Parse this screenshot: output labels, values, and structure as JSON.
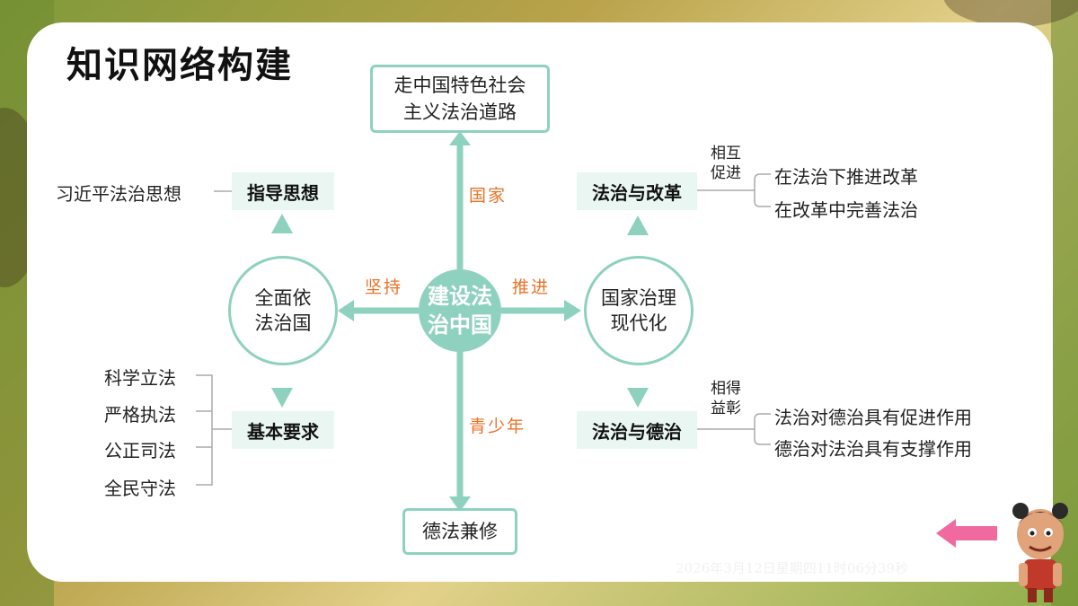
{
  "title": "知识网络构建",
  "center": {
    "line1": "建设法",
    "line2": "治中国"
  },
  "top_box": {
    "line1": "走中国特色社会",
    "line2": "主义法治道路"
  },
  "bottom_box": "德法兼修",
  "left_circle": {
    "line1": "全面依",
    "line2": "法治国"
  },
  "right_circle": {
    "line1": "国家治理",
    "line2": "现代化"
  },
  "arrow_labels": {
    "up": "国家",
    "down": "青少年",
    "left": "坚持",
    "right": "推进"
  },
  "left_top": {
    "tag": "指导思想",
    "item": "习近平法治思想"
  },
  "left_bottom": {
    "tag": "基本要求",
    "items": [
      "科学立法",
      "严格执法",
      "公正司法",
      "全民守法"
    ]
  },
  "right_top": {
    "tag": "法治与改革",
    "relation_line1": "相互",
    "relation_line2": "促进",
    "items": [
      "在法治下推进改革",
      "在改革中完善法治"
    ]
  },
  "right_bottom": {
    "tag": "法治与德治",
    "relation_line1": "相得",
    "relation_line2": "益彰",
    "items": [
      "法治对德治具有促进作用",
      "德治对法治具有支撑作用"
    ]
  },
  "timestamp": "2026年3月12日星期四11时06分39秒",
  "colors": {
    "teal": "#8fd1bf",
    "tag_bg": "#e9f6f1",
    "orange": "#e8732a",
    "nav_arrow": "#f06aa0"
  },
  "icons": {
    "nav": "back-arrow-icon",
    "mascot": "cartoon-character"
  }
}
